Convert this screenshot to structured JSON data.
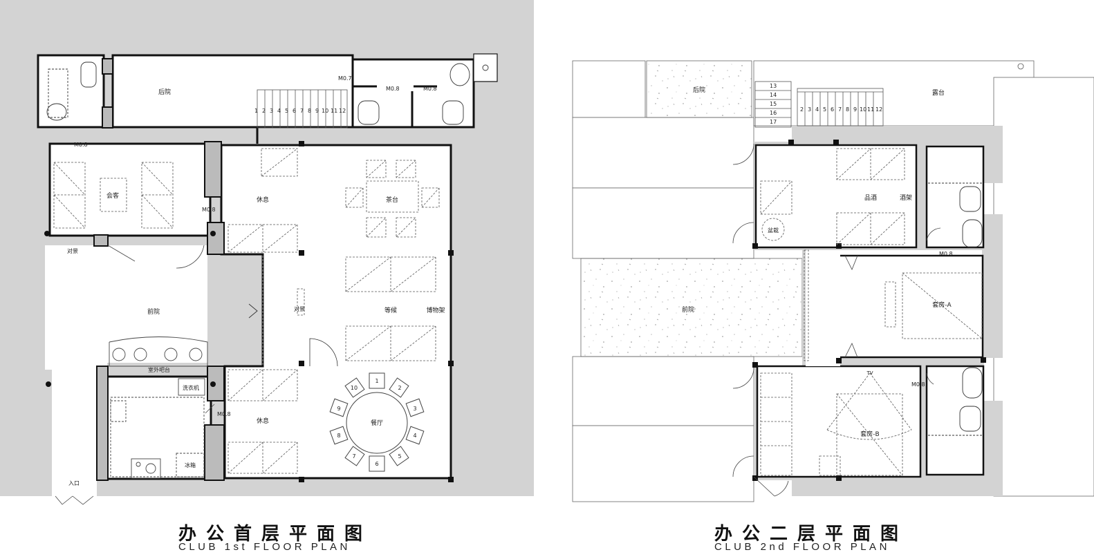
{
  "plan1": {
    "title_cn": "办公首层平面图",
    "title_en": "CLUB 1st FLOOR PLAN",
    "rooms": {
      "backyard": "后院",
      "reception": "会客",
      "rest_top": "休息",
      "tea_table": "茶台",
      "screen_wall_outer": "对景",
      "front_yard": "前院",
      "screen_wall_inner": "对景",
      "waiting": "等候",
      "display_shelf": "博物架",
      "outdoor_bar": "室外吧台",
      "washer": "洗衣机",
      "rest_bottom": "休息",
      "dining": "餐厅",
      "fridge": "冰箱",
      "entrance": "入口"
    },
    "doors": {
      "d1": "M0.7",
      "d2": "M0.8",
      "d3": "M0.8",
      "d4": "M0.8",
      "d5": "M0.8",
      "d6": "M0.8"
    },
    "stair_steps": [
      "1",
      "2",
      "3",
      "4",
      "5",
      "6",
      "7",
      "8",
      "9",
      "10",
      "11",
      "12"
    ],
    "table_seats": [
      "1",
      "2",
      "3",
      "4",
      "5",
      "6",
      "7",
      "8",
      "9",
      "10"
    ]
  },
  "plan2": {
    "title_cn": "办公二层平面图",
    "title_en": "CLUB 2nd FLOOR PLAN",
    "rooms": {
      "backyard": "后院",
      "terrace": "露台",
      "wine_tasting": "品酒",
      "wine_rack": "酒架",
      "bonsai": "盆栽",
      "front_yard": "前院",
      "suite_a": "套房-A",
      "suite_b": "套房-B",
      "tv": "TV"
    },
    "doors": {
      "d1": "M0.8",
      "d2": "M0.8"
    },
    "stair_steps": [
      "2",
      "3",
      "4",
      "5",
      "6",
      "7",
      "8",
      "9",
      "10",
      "11",
      "12"
    ],
    "stair_upper": [
      "13",
      "14",
      "15",
      "16",
      "17"
    ]
  }
}
